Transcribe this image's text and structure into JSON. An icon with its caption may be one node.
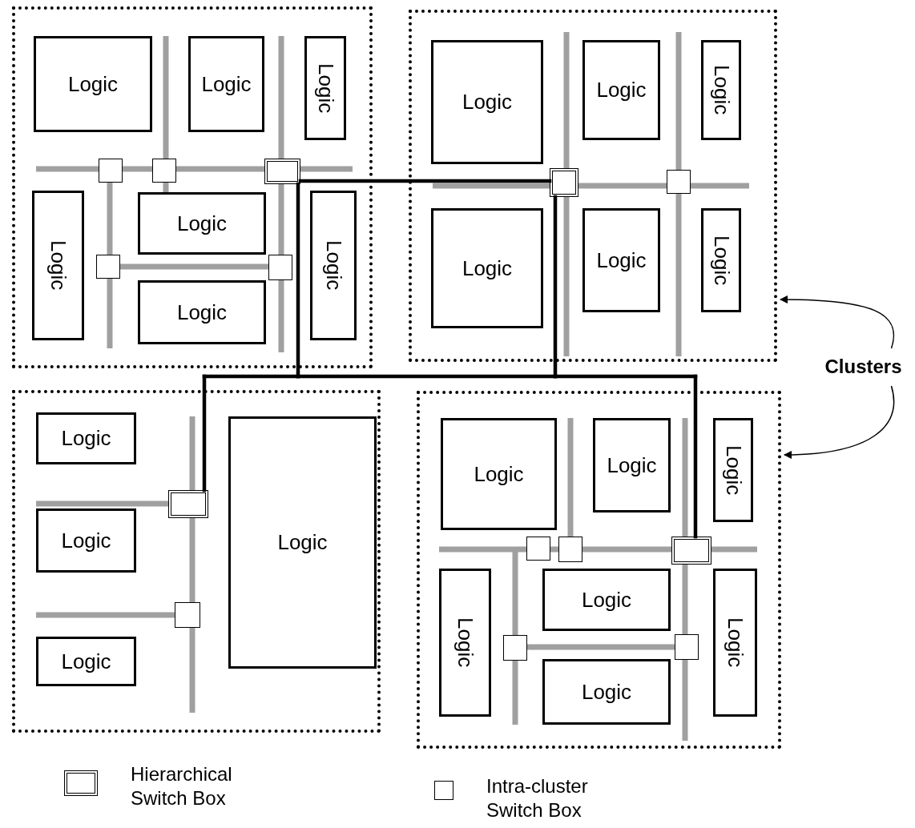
{
  "diagram": {
    "nodes": [
      {
        "text": [],
        "shape": "box"
      },
      {
        "text": [
          "Logic"
        ],
        "in": 0
      },
      {
        "text": [
          "Logic"
        ],
        "in": 0
      },
      {
        "text": [
          "Logic"
        ],
        "in": 0
      },
      {
        "text": [
          "Logic"
        ],
        "in": 0
      },
      {
        "text": [
          "Logic"
        ],
        "in": 0
      },
      {
        "text": [
          "Logic"
        ],
        "in": 0
      },
      {
        "text": [
          "Logic"
        ],
        "in": 0
      },
      {
        "text": [],
        "shape": "box",
        "in": 0
      },
      {
        "text": [],
        "shape": "box",
        "in": 0
      },
      {
        "text": [],
        "shape": "box",
        "in": 0
      },
      {
        "text": [],
        "shape": "box",
        "in": 0
      },
      {
        "text": [],
        "shape": "box",
        "in": 0
      },
      {
        "text": [],
        "shape": "box"
      },
      {
        "text": [
          "Logic"
        ],
        "in": 13
      },
      {
        "text": [
          "Logic"
        ],
        "in": 13
      },
      {
        "text": [
          "Logic"
        ],
        "in": 13
      },
      {
        "text": [
          "Logic"
        ],
        "in": 13
      },
      {
        "text": [
          "Logic"
        ],
        "in": 13
      },
      {
        "text": [
          "Logic"
        ],
        "in": 13
      },
      {
        "text": [],
        "shape": "box",
        "in": 13
      },
      {
        "text": [],
        "shape": "box",
        "in": 13
      },
      {
        "text": [],
        "shape": "box"
      },
      {
        "text": [
          "Logic"
        ],
        "in": 22
      },
      {
        "text": [
          "Logic"
        ],
        "in": 22
      },
      {
        "text": [
          "Logic"
        ],
        "in": 22
      },
      {
        "text": [
          "Logic"
        ],
        "in": 22
      },
      {
        "text": [],
        "shape": "box",
        "in": 22
      },
      {
        "text": [],
        "shape": "box",
        "in": 22
      },
      {
        "text": [],
        "shape": "box"
      },
      {
        "text": [
          "Logic"
        ],
        "in": 29
      },
      {
        "text": [
          "Logic"
        ],
        "in": 29
      },
      {
        "text": [
          "Logic"
        ],
        "in": 29
      },
      {
        "text": [
          "Logic"
        ],
        "in": 29
      },
      {
        "text": [
          "Logic"
        ],
        "in": 29
      },
      {
        "text": [
          "Logic"
        ],
        "in": 29
      },
      {
        "text": [
          "Logic"
        ],
        "in": 29
      },
      {
        "text": [],
        "shape": "box",
        "in": 29
      },
      {
        "text": [],
        "shape": "box",
        "in": 29
      },
      {
        "text": [],
        "shape": "box",
        "in": 29
      },
      {
        "text": [],
        "shape": "box",
        "in": 29
      },
      {
        "text": [],
        "shape": "box",
        "in": 29
      },
      {
        "text": [
          "Clusters"
        ]
      }
    ],
    "edges": [
      {
        "from": 10,
        "to": 20,
        "arrow": "none"
      },
      {
        "from": 10,
        "to": 27,
        "arrow": "none"
      },
      {
        "from": 10,
        "to": 39,
        "arrow": "none"
      },
      {
        "from": 20,
        "to": 27,
        "arrow": "none"
      },
      {
        "from": 20,
        "to": 39,
        "arrow": "none"
      },
      {
        "from": 42,
        "to": 13,
        "arrow": "to"
      },
      {
        "from": 42,
        "to": 29,
        "arrow": "to"
      }
    ],
    "legend": [
      {
        "text": "Hierarchical Switch Box"
      },
      {
        "text": "Intra-cluster Switch Box"
      }
    ]
  }
}
